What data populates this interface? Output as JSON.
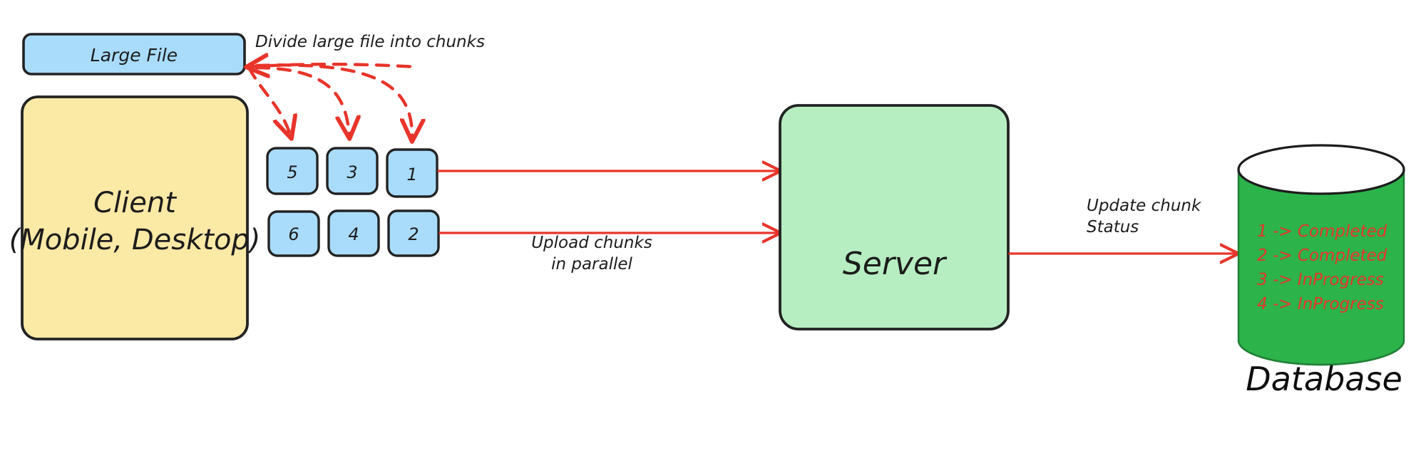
{
  "diagram": {
    "title_text_present": false,
    "colors": {
      "blue_fill": "#a9dcfb",
      "yellow_fill": "#fbe9a6",
      "green_fill": "#b6eec2",
      "db_fill": "#2cb34a",
      "stroke_dark": "#232323",
      "red": "#e8342a",
      "white": "#ffffff"
    },
    "nodes": {
      "large_file": {
        "label": "Large File"
      },
      "client": {
        "line1": "Client",
        "line2": "(Mobile, Desktop)"
      },
      "server": {
        "label": "Server"
      },
      "database": {
        "label": "Database"
      }
    },
    "chunks": {
      "row_top": [
        "5",
        "3",
        "1"
      ],
      "row_bottom": [
        "6",
        "4",
        "2"
      ]
    },
    "db_records": [
      "1 -> Completed",
      "2 -> Completed",
      "3 -> InProgress",
      "4 -> InProgress"
    ],
    "edge_labels": {
      "divide": "Divide large file into chunks",
      "upload_line1": "Upload chunks",
      "upload_line2": "in parallel",
      "update_line1": "Update chunk",
      "update_line2": "Status"
    }
  }
}
